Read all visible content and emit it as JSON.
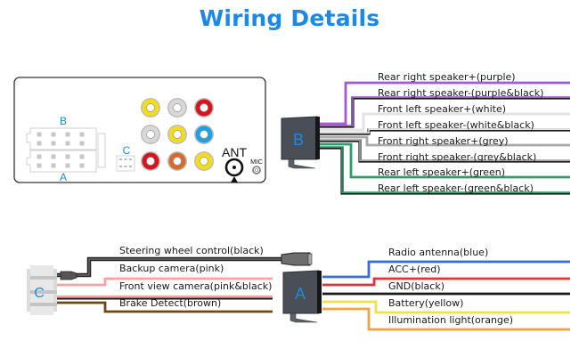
{
  "title": "Wiring Details",
  "head_unit": {
    "connector_labels": {
      "b": "B",
      "a": "A",
      "c": "C"
    },
    "ant_label": "ANT",
    "mic_label": "MIC",
    "rca_jacks": [
      [
        "yellow",
        "white",
        "red"
      ],
      [
        "white",
        "yellow",
        "blue"
      ],
      [
        "red",
        "orange",
        "yellow"
      ]
    ]
  },
  "colors": {
    "title": "#1e88e8",
    "connector_letter": "#1e88e8",
    "connector_body": "#4a4e57",
    "purple": "#a25ad6",
    "black": "#1a1a1a",
    "white": "#e4e4e4",
    "grey": "#a9a9a9",
    "green": "#2a9d6a",
    "blue": "#2f6de3",
    "red": "#e2323c",
    "yellow": "#f2e04a",
    "orange": "#f5a23a",
    "pink": "#f6a3a3",
    "brown": "#6b4a14",
    "jack_yellow": "#f3dd1a",
    "jack_white": "#d8d8d8",
    "jack_red": "#d9121f",
    "jack_blue": "#1ea0e6",
    "jack_orange": "#d7692a"
  },
  "connector_b": {
    "letter": "B",
    "wires": [
      {
        "label": "Rear right speaker+(purple)",
        "color": "purple",
        "stripe": null
      },
      {
        "label": "Rear right speaker-(purple&black)",
        "color": "black",
        "stripe": "purple"
      },
      {
        "label": "Front left speaker+(white)",
        "color": "white",
        "stripe": null
      },
      {
        "label": "Front left speaker-(white&black)",
        "color": "black",
        "stripe": "white"
      },
      {
        "label": "Front right speaker+(grey)",
        "color": "grey",
        "stripe": null
      },
      {
        "label": "Front right speaker-(grey&black)",
        "color": "black",
        "stripe": "grey"
      },
      {
        "label": "Rear left speaker+(green)",
        "color": "green",
        "stripe": null
      },
      {
        "label": "Rear left speaker-(green&black)",
        "color": "black",
        "stripe": "green"
      }
    ]
  },
  "connector_c": {
    "letter": "C",
    "wires": [
      {
        "label": "Steering wheel control(black)",
        "color": "black"
      },
      {
        "label": "Backup camera(pink)",
        "color": "pink"
      },
      {
        "label": "Front view camera(pink&black)",
        "color": "black",
        "stripe": "pink"
      },
      {
        "label": "Brake Detect(brown)",
        "color": "brown"
      }
    ]
  },
  "connector_a": {
    "letter": "A",
    "wires": [
      {
        "label": "Radio antenna(blue)",
        "color": "blue"
      },
      {
        "label": "ACC+(red)",
        "color": "red"
      },
      {
        "label": "GND(black)",
        "color": "black"
      },
      {
        "label": "Battery(yellow)",
        "color": "yellow"
      },
      {
        "label": "Illumination light(orange)",
        "color": "orange"
      }
    ]
  }
}
